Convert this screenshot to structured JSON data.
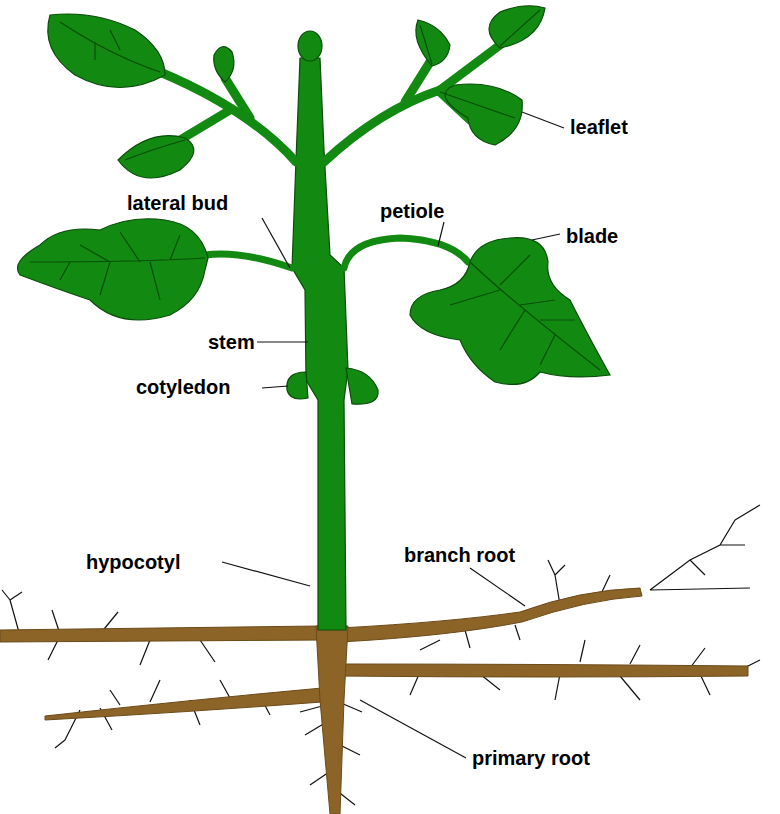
{
  "diagram": {
    "labels": [
      "leaflet",
      "lateral bud",
      "petiole",
      "blade",
      "stem",
      "cotyledon",
      "hypocotyl",
      "branch root",
      "primary root"
    ]
  }
}
